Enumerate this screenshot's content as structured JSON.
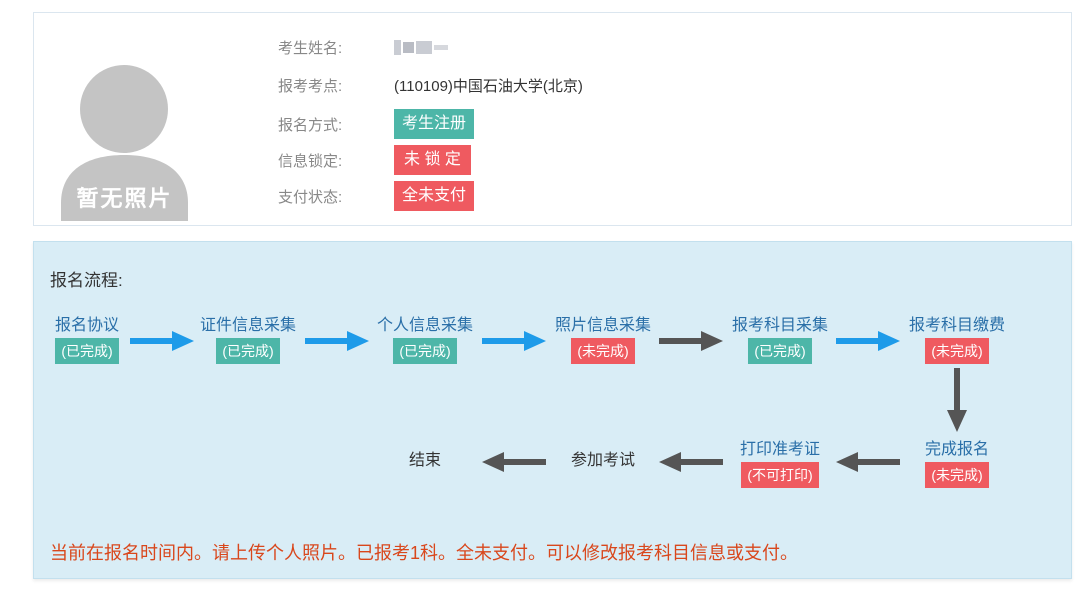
{
  "candidate": {
    "name_label": "考生姓名:",
    "exam_site_label": "报考考点:",
    "exam_site_value": "(110109)中国石油大学(北京)",
    "reg_method_label": "报名方式:",
    "reg_method_value": "考生注册",
    "lock_label": "信息锁定:",
    "lock_value": "未 锁 定",
    "payment_label": "支付状态:",
    "payment_value": "全未支付",
    "photo_placeholder": "暂无照片"
  },
  "flow": {
    "title": "报名流程:",
    "steps": [
      {
        "label": "报名协议",
        "status": "(已完成)",
        "done": true
      },
      {
        "label": "证件信息采集",
        "status": "(已完成)",
        "done": true
      },
      {
        "label": "个人信息采集",
        "status": "(已完成)",
        "done": true
      },
      {
        "label": "照片信息采集",
        "status": "(未完成)",
        "done": false
      },
      {
        "label": "报考科目采集",
        "status": "(已完成)",
        "done": true
      },
      {
        "label": "报考科目缴费",
        "status": "(未完成)",
        "done": false
      },
      {
        "label": "完成报名",
        "status": "(未完成)",
        "done": false
      },
      {
        "label": "打印准考证",
        "status": "(不可打印)",
        "done": false
      },
      {
        "label": "参加考试"
      },
      {
        "label": "结束"
      }
    ],
    "notice": "当前在报名时间内。请上传个人照片。已报考1科。全未支付。可以修改报考科目信息或支付。"
  },
  "colors": {
    "done_tag": "#4db6a8",
    "todo_tag": "#ef5a60",
    "arrow_active": "#1e9be9",
    "arrow_inactive": "#555555",
    "notice_text": "#d9471c",
    "panel_bg": "#d9edf6"
  }
}
